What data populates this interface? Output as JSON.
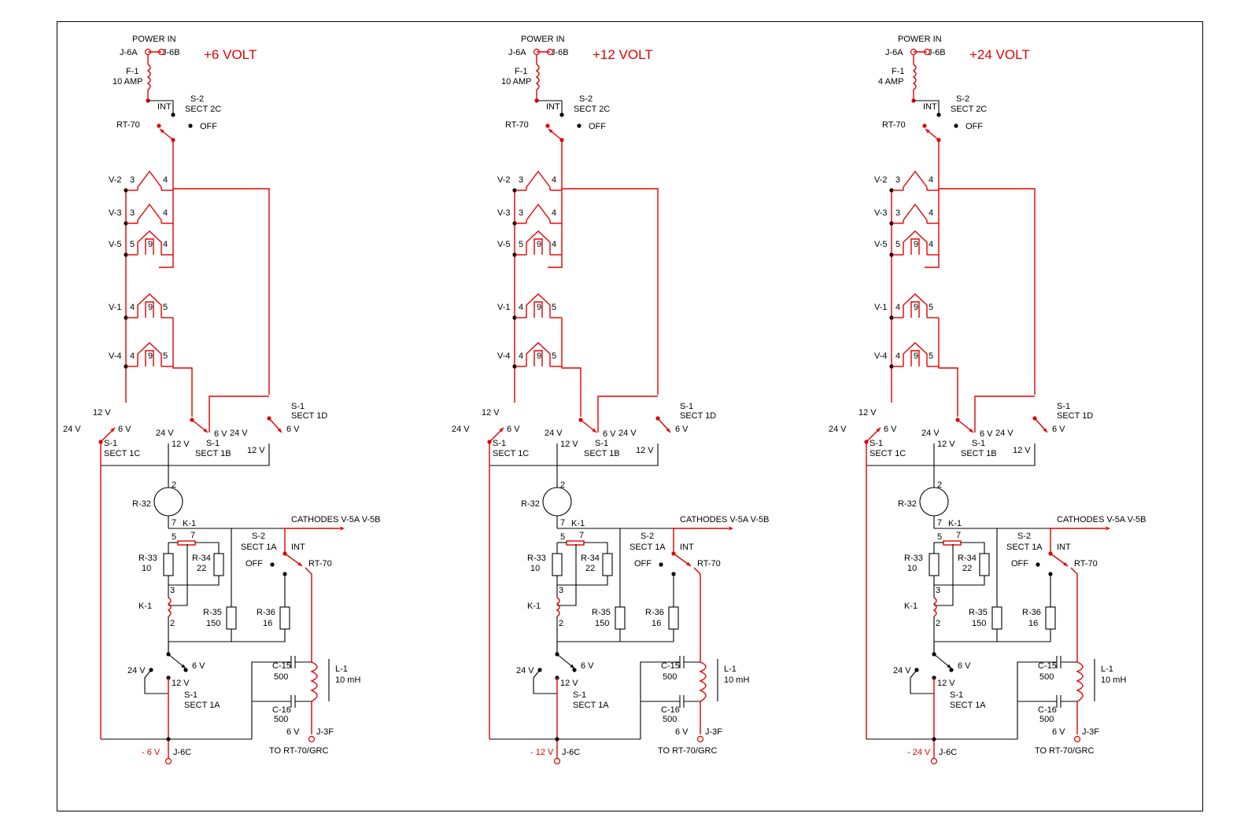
{
  "panels": [
    {
      "title": "+6 VOLT",
      "fuse_rating": "10 AMP",
      "output_voltage": "- 6 V",
      "k1_contact_right": "7",
      "c15": "500",
      "c16": "500",
      "l1": "10 mH",
      "j3f_voltage": "6 V"
    },
    {
      "title": "+12 VOLT",
      "fuse_rating": "10 AMP",
      "output_voltage": "- 12 V",
      "k1_contact_right": "7",
      "c15": "500",
      "c16": "500",
      "l1": "10 mH",
      "j3f_voltage": "6 V"
    },
    {
      "title": "+24 VOLT",
      "fuse_rating": "4 AMP",
      "output_voltage": "- 24 V",
      "k1_contact_right": "7",
      "c15": "500",
      "c16": "500",
      "l1": "10 mH",
      "j3f_voltage": "6 V"
    }
  ],
  "labels": {
    "power_in": "POWER IN",
    "j6a": "J-6A",
    "j6b": "J-6B",
    "f1": "F-1",
    "int": "INT",
    "off": "OFF",
    "s2": "S-2",
    "sect_2c": "SECT 2C",
    "rt70": "RT-70",
    "v2": "V-2",
    "v3": "V-3",
    "v5": "V-5",
    "v1": "V-1",
    "v4": "V-4",
    "pin3": "3",
    "pin4": "4",
    "pin5": "5",
    "pin9": "9",
    "s1": "S-1",
    "sect_1a": "SECT 1A",
    "sect_1b": "SECT 1B",
    "sect_1c": "SECT 1C",
    "sect_1d": "SECT 1D",
    "sect_1a_s2": "SECT 1A",
    "v6": "6 V",
    "v12": "12 V",
    "v24": "24 V",
    "r32": "R-32",
    "k1": "K-1",
    "r33": "R-33",
    "r33_val": "10",
    "r34": "R-34",
    "r34_val": "22",
    "r35": "R-35",
    "r35_val": "150",
    "r36": "R-36",
    "r36_val": "16",
    "pin2": "2",
    "pin7": "7",
    "cathodes": "CATHODES V-5A V-5B",
    "c15": "C-15",
    "c16": "C-16",
    "l1": "L-1",
    "j3f": "J-3F",
    "j6c": "J-6C",
    "to_rt70": "TO RT-70/GRC"
  },
  "colors": {
    "energized": "#e00000",
    "wire": "#000000"
  }
}
